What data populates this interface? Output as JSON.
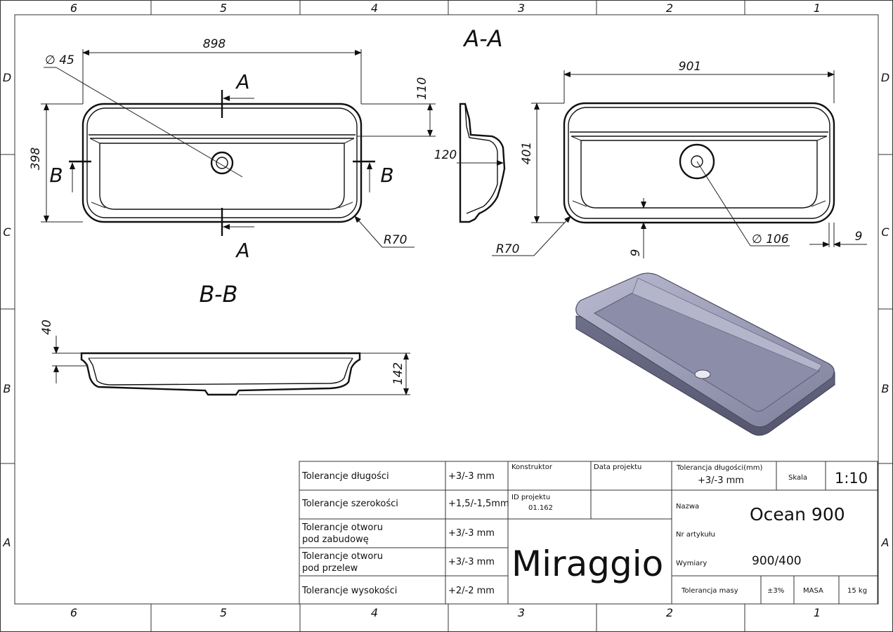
{
  "zones": {
    "columns": [
      "6",
      "5",
      "4",
      "3",
      "2",
      "1"
    ],
    "rows": [
      "D",
      "C",
      "B",
      "A"
    ]
  },
  "views": {
    "section_aa": "A-A",
    "section_bb": "B-B",
    "marker_a": "A",
    "marker_b": "B"
  },
  "dimensions": {
    "top_length": "898",
    "top_width": "398",
    "top_hole": "∅ 45",
    "top_shelf": "110",
    "radius_left": "R70",
    "side_depth": "120",
    "bottom_length": "901",
    "bottom_width": "401",
    "bottom_hole": "∅ 106",
    "radius_right": "R70",
    "edge_9_vertical": "9",
    "edge_9_horizontal": "9",
    "section_rim": "40",
    "section_height": "142"
  },
  "colors": {
    "basin_fill": "#a3a4bd",
    "basin_inner": "#8c8da8",
    "basin_shade": "#6e6f8a"
  },
  "title_block": {
    "tolerances": [
      {
        "label": "Tolerancje długości",
        "value": "+3/-3 mm"
      },
      {
        "label": "Tolerancje szerokości",
        "value": "+1,5/-1,5mm"
      },
      {
        "label": "Tolerancje otworu pod zabudowę",
        "value": "+3/-3 mm"
      },
      {
        "label": "Tolerancje otworu pod przelew",
        "value": "+3/-3 mm"
      },
      {
        "label": "Tolerancje wysokości",
        "value": "+2/-2 mm"
      }
    ],
    "tol3_line1": "Tolerancje otworu",
    "tol3_line2": "pod zabudowę",
    "tol4_line1": "Tolerancje otworu",
    "tol4_line2": "pod przelew",
    "konstruktor": "Konstruktor",
    "data_projektu": "Data projektu",
    "id_projektu_label": "ID projektu",
    "id_projektu_value": "01.162",
    "brand": "Miraggio",
    "tol_length_label": "Tolerancja długości(mm)",
    "tol_length_value": "+3/-3 mm",
    "skala_label": "Skala",
    "skala_value": "1:10",
    "nazwa_label": "Nazwa",
    "nazwa_value": "Ocean 900",
    "nr_artykulu_label": "Nr artykułu",
    "wymiary_label": "Wymiary",
    "wymiary_value": "900/400",
    "tol_masy_label": "Tolerancja masy",
    "tol_masy_value": "±3%",
    "masa_label": "MASA",
    "masa_value": "15 kg"
  }
}
